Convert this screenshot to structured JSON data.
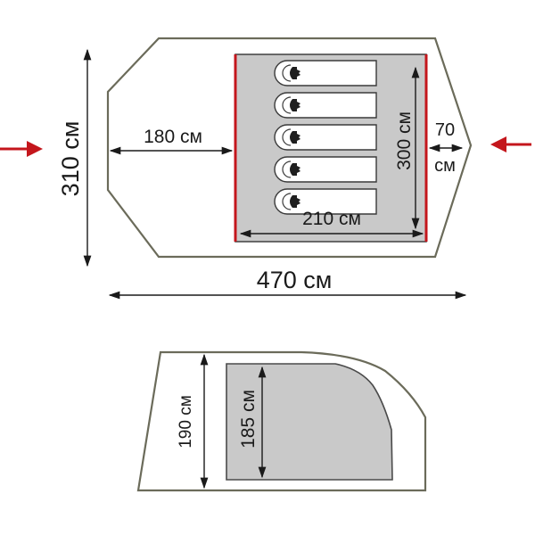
{
  "colors": {
    "outline": "#6b6b5a",
    "inner_fill": "#c9c9c9",
    "accent_red": "#c4161c",
    "text": "#1a1a1a"
  },
  "top_view": {
    "width_label": "310 см",
    "vestibule_label": "180 см",
    "inner_width_label": "300 см",
    "rear_label_number": "70",
    "rear_label_unit": "см",
    "inner_length_label": "210 см",
    "total_length_label": "470 см",
    "sleeping_places": 5,
    "entrance_arrows": [
      "left",
      "right"
    ]
  },
  "side_view": {
    "outer_height_label": "190 см",
    "inner_height_label": "185 см"
  }
}
